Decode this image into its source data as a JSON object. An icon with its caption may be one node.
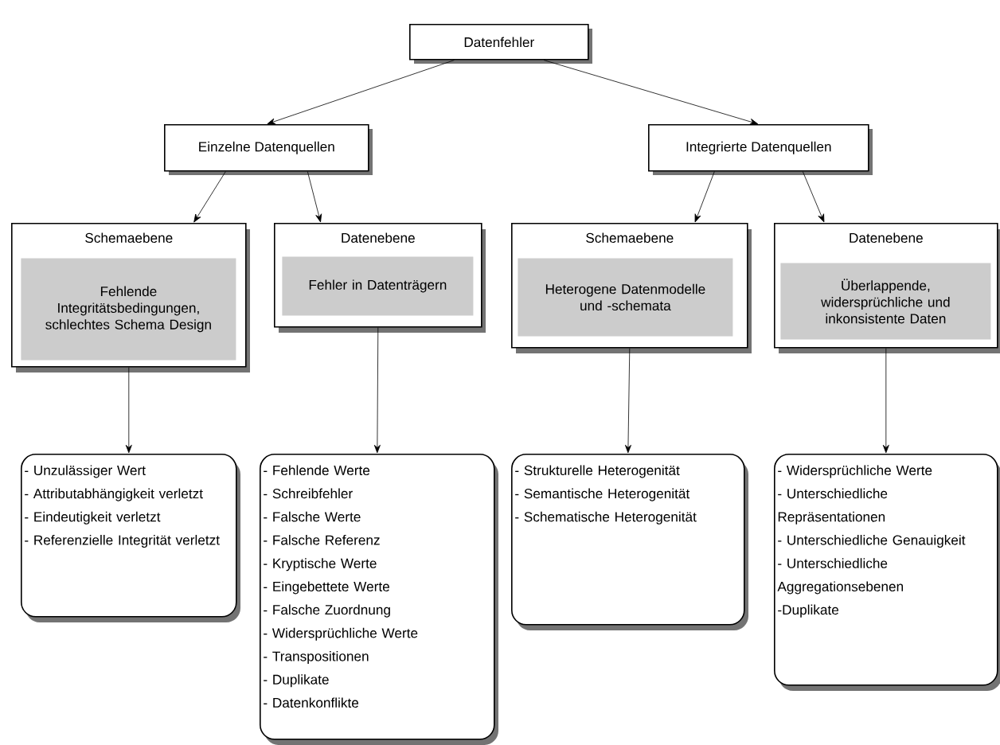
{
  "diagram": {
    "nodes": [
      {
        "text": [
          "Datenfehler"
        ]
      },
      {
        "text": [
          "Einzelne Datenquellen"
        ]
      },
      {
        "text": [
          "Integrierte Datenquellen"
        ]
      },
      {
        "text": [
          "Schemaebene"
        ]
      },
      {
        "text": [
          "Fehlende Integritätsbedingungen, schlechtes Schema Design"
        ],
        "in": 3
      },
      {
        "text": [
          "Datenebene"
        ]
      },
      {
        "text": [
          "Fehler in Datenträgern"
        ],
        "in": 5
      },
      {
        "text": [
          "Schemaebene"
        ]
      },
      {
        "text": [
          "Heterogene Datenmodelle und -schemata"
        ],
        "in": 7
      },
      {
        "text": [
          "Datenebene"
        ]
      },
      {
        "text": [
          "Überlappende, widersprüchliche und inkonsistente Daten"
        ],
        "in": 9
      },
      {
        "text": [
          "- Unzulässiger Wert",
          "- Attributabhängigkeit verletzt",
          "- Eindeutigkeit verletzt",
          "- Referenzielle Integrität verletzt"
        ]
      },
      {
        "text": [
          "- Fehlende Werte",
          "- Schreibfehler",
          "- Falsche Werte",
          "- Falsche Referenz",
          "- Kryptische Werte",
          "- Eingebettete Werte",
          "- Falsche Zuordnung",
          "- Widersprüchliche Werte",
          "- Transpositionen",
          "- Duplikate",
          "- Datenkonflikte"
        ]
      },
      {
        "text": [
          "- Strukturelle Heterogenität",
          "- Semantische Heterogenität",
          "- Schematische Heterogenität"
        ]
      },
      {
        "text": [
          "- Widersprüchliche Werte",
          "- Unterschiedliche Repräsentationen",
          "- Unterschiedliche Genauigkeit",
          "- Unterschiedliche Aggregationsebenen",
          "-Duplikate"
        ]
      }
    ],
    "edges": [
      {
        "from": 0,
        "to": 1,
        "arrow": "to"
      },
      {
        "from": 0,
        "to": 2,
        "arrow": "to"
      },
      {
        "from": 1,
        "to": 3,
        "arrow": "to"
      },
      {
        "from": 1,
        "to": 5,
        "arrow": "to"
      },
      {
        "from": 2,
        "to": 7,
        "arrow": "to"
      },
      {
        "from": 2,
        "to": 9,
        "arrow": "to"
      },
      {
        "from": 3,
        "to": 11,
        "arrow": "to"
      },
      {
        "from": 5,
        "to": 12,
        "arrow": "to"
      },
      {
        "from": 7,
        "to": 13,
        "arrow": "to"
      },
      {
        "from": 9,
        "to": 14,
        "arrow": "to"
      }
    ]
  }
}
